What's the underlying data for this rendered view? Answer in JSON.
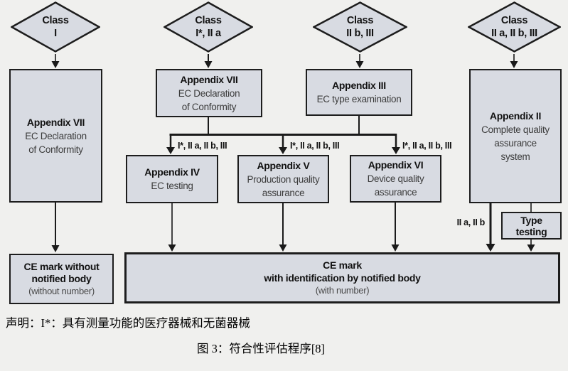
{
  "palette": {
    "background": "#f0f0ee",
    "node_fill": "#d8dbe2",
    "node_border": "#1d1d1d",
    "line_color": "#1a1a1a",
    "title_text": "#121212",
    "body_text": "#3c3c3c"
  },
  "diamonds": [
    {
      "top": "Class",
      "bottom": "I"
    },
    {
      "top": "Class",
      "bottom": "I*, II a"
    },
    {
      "top": "Class",
      "bottom": "II b, III"
    },
    {
      "top": "Class",
      "bottom": "II a, II b, III"
    }
  ],
  "boxes": {
    "app7_left": {
      "title": "Appendix VII",
      "l1": "EC Declaration",
      "l2": "of Conformity"
    },
    "app7_mid": {
      "title": "Appendix VII",
      "l1": "EC Declaration",
      "l2": "of Conformity"
    },
    "app3": {
      "title": "Appendix III",
      "l1": "EC type examination"
    },
    "app2": {
      "title": "Appendix II",
      "l1": "Complete quality",
      "l2": "assurance",
      "l3": "system"
    },
    "app4": {
      "title": "Appendix IV",
      "l1": "EC testing"
    },
    "app5": {
      "title": "Appendix V",
      "l1": "Production quality",
      "l2": "assurance"
    },
    "app6": {
      "title": "Appendix VI",
      "l1": "Device quality",
      "l2": "assurance"
    },
    "type_testing": {
      "l1": "Type",
      "l2": "testing"
    },
    "ce_without": {
      "t1": "CE mark without",
      "t2": "notified body",
      "sub": "(without number)"
    },
    "ce_with": {
      "t1": "CE mark",
      "t2": "with identification by notified body",
      "sub": "(with number)"
    }
  },
  "edge_labels": {
    "to_app4": "I*, II a, II b, III",
    "to_app5": "I*, II a, II b, III",
    "to_app6": "I*, II a, II b, III",
    "app2_to_ce": "II a, II b"
  },
  "figure": {
    "note": "声明：I*：具有测量功能的医疗器械和无菌器械",
    "caption": "图 3：符合性评估程序[8]"
  }
}
